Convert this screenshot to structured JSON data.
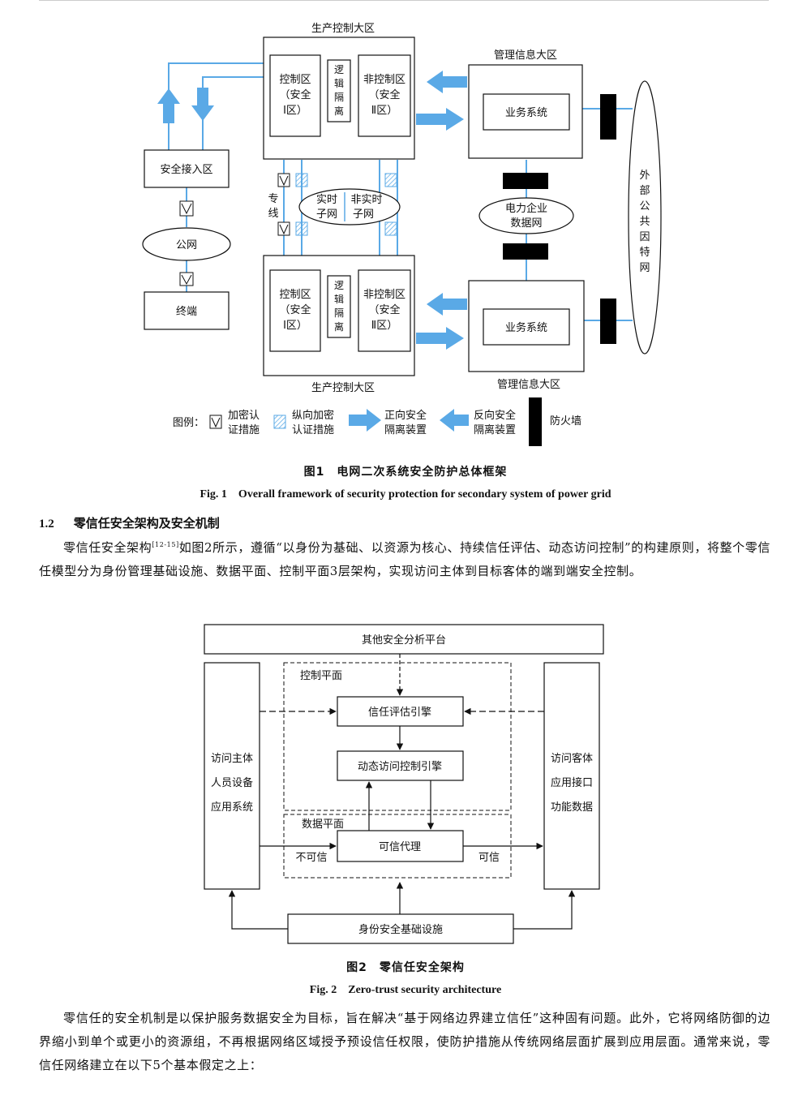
{
  "fig1": {
    "top_region_title": "生产控制大区",
    "bottom_region_title": "生产控制大区",
    "mgmt_top_title": "管理信息大区",
    "mgmt_bottom_title": "管理信息大区",
    "zone1_lines": [
      "控制区",
      "（安全",
      "Ⅰ区）"
    ],
    "zone2_lines": [
      "非控制区",
      "（安全",
      "Ⅱ区）"
    ],
    "logic_iso_chars": [
      "逻",
      "辑",
      "隔",
      "离"
    ],
    "business_system": "业务系统",
    "secure_access": "安全接入区",
    "public_net": "公网",
    "terminal": "终端",
    "dedicated_line": [
      "专",
      "线"
    ],
    "realtime_subnet": [
      "实时",
      "子网"
    ],
    "nonrealtime_subnet": [
      "非实时",
      "子网"
    ],
    "power_data_net": [
      "电力企业",
      "数据网"
    ],
    "external_internet": [
      "外",
      "部",
      "公",
      "共",
      "因",
      "特",
      "网"
    ],
    "legend": {
      "label": "图例：",
      "encrypt_auth": [
        "加密认",
        "证措施"
      ],
      "vertical_encrypt": [
        "纵向加密",
        "认证措施"
      ],
      "forward_iso": [
        "正向安全",
        "隔离装置"
      ],
      "reverse_iso": [
        "反向安全",
        "隔离装置"
      ],
      "firewall": "防火墙"
    },
    "caption_cn": "图1　电网二次系统安全防护总体框架",
    "caption_en": "Fig. 1　Overall framework of security protection for secondary system of power grid",
    "colors": {
      "blue": "#5aa9e6",
      "black": "#000000"
    }
  },
  "section": {
    "number": "1.2",
    "title": "零信任安全架构及安全机制"
  },
  "para1": {
    "before_ref": "零信任安全架构",
    "ref": "[12-15]",
    "after_ref": "如图2所示，遵循“以身份为基础、以资源为核心、持续信任评估、动态访问控制”的构建原则，将整个零信任模型分为身份管理基础设施、数据平面、控制平面3层架构，实现访问主体到目标客体的端到端安全控制。"
  },
  "fig2": {
    "top_platform": "其他安全分析平台",
    "control_plane": "控制平面",
    "data_plane": "数据平面",
    "trust_engine": "信任评估引擎",
    "dynamic_engine": "动态访问控制引擎",
    "trusted_proxy": "可信代理",
    "subject_lines": [
      "访问主体",
      "人员设备",
      "应用系统"
    ],
    "object_lines": [
      "访问客体",
      "应用接口",
      "功能数据"
    ],
    "untrusted": "不可信",
    "trusted": "可信",
    "identity_infra": "身份安全基础设施",
    "caption_cn": "图2　零信任安全架构",
    "caption_en": "Fig. 2　Zero-trust security architecture"
  },
  "para2": "零信任的安全机制是以保护服务数据安全为目标，旨在解决“基于网络边界建立信任”这种固有问题。此外，它将网络防御的边界缩小到单个或更小的资源组，不再根据网络区域授予预设信任权限，使防护措施从传统网络层面扩展到应用层面。通常来说，零信任网络建立在以下5个基本假定之上："
}
